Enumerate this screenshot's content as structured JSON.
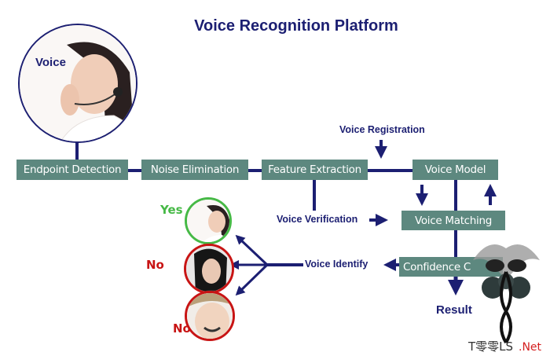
{
  "title": "Voice Recognition Platform",
  "input_label": "Voice",
  "pipeline": [
    "Endpoint Detection",
    "Noise Elimination",
    "Feature Extraction",
    "Voice Model"
  ],
  "voice_registration": "Voice Registration",
  "voice_verification": "Voice Verification",
  "voice_matching": "Voice Matching",
  "confidence": "Confidence C",
  "voice_identify": "Voice Identify",
  "result": "Result",
  "outcomes": [
    "Yes",
    "No",
    "No"
  ],
  "watermark": "T零零LS.Net",
  "colors": {
    "box": "#5d887f",
    "navy": "#1c1f72",
    "yes": "#46b946",
    "no": "#c81414"
  }
}
